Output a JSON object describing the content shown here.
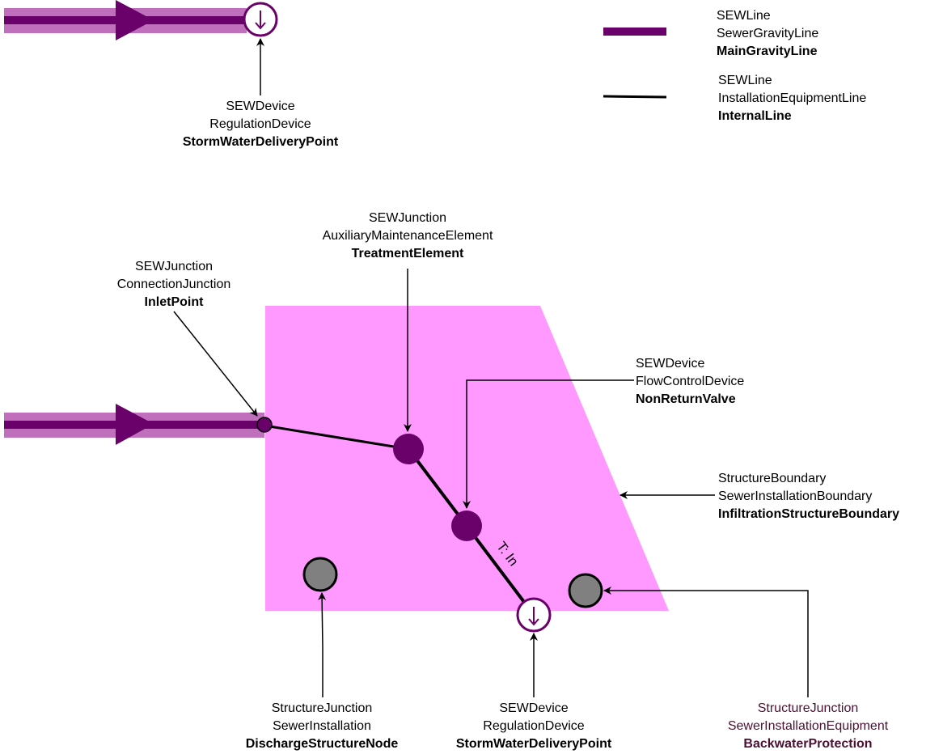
{
  "colors": {
    "boundary_fill": "#ff99ff",
    "main_line_outer": "#c06fbd",
    "main_line_inner": "#6a006a",
    "device_fill": "#6a006a",
    "node_grey": "#808080",
    "dark_label": "#4d1033"
  },
  "legend": {
    "main_gravity": {
      "line1": "SEWLine",
      "line2": "SewerGravityLine",
      "line3": "MainGravityLine"
    },
    "internal": {
      "line1": "SEWLine",
      "line2": "InstallationEquipmentLine",
      "line3": "InternalLine"
    }
  },
  "labels": {
    "top_delivery": {
      "line1": "SEWDevice",
      "line2": "RegulationDevice",
      "line3": "StormWaterDeliveryPoint"
    },
    "treatment": {
      "line1": "SEWJunction",
      "line2": "AuxiliaryMaintenanceElement",
      "line3": "TreatmentElement"
    },
    "inlet": {
      "line1": "SEWJunction",
      "line2": "ConnectionJunction",
      "line3": "InletPoint"
    },
    "nonreturn": {
      "line1": "SEWDevice",
      "line2": "FlowControlDevice",
      "line3": "NonReturnValve"
    },
    "boundary": {
      "line1": "StructureBoundary",
      "line2": "SewerInstallationBoundary",
      "line3": "InfiltrationStructureBoundary"
    },
    "discharge": {
      "line1": "StructureJunction",
      "line2": "SewerInstallation",
      "line3": "DischargeStructureNode"
    },
    "bottom_delivery": {
      "line1": "SEWDevice",
      "line2": "RegulationDevice",
      "line3": "StormWaterDeliveryPoint"
    },
    "backwater": {
      "line1": "StructureJunction",
      "line2": "SewerInstallationEquipment",
      "line3": "BackwaterProtection"
    }
  },
  "edge_label": "T: In"
}
